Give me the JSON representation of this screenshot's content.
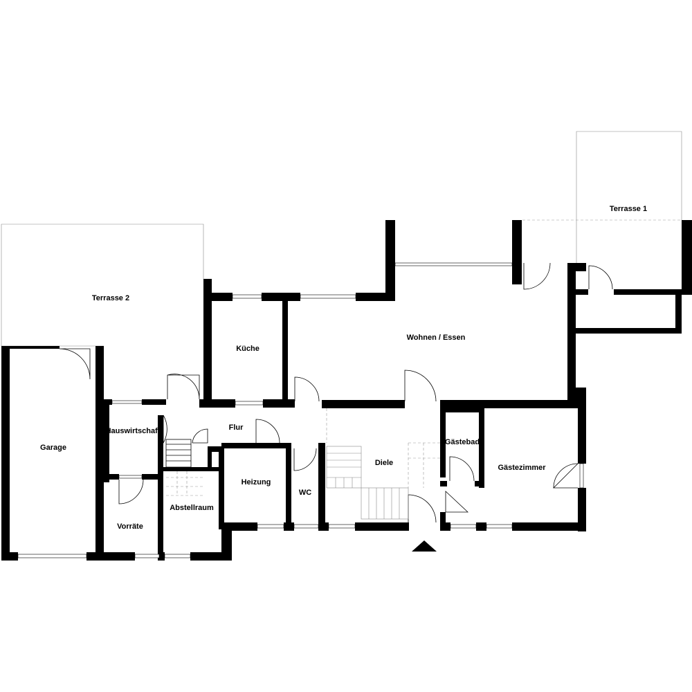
{
  "plan": {
    "rooms": [
      {
        "key": "terrasse1",
        "label": "Terrasse 1"
      },
      {
        "key": "terrasse2",
        "label": "Terrasse 2"
      },
      {
        "key": "kueche",
        "label": "Küche"
      },
      {
        "key": "wohnen",
        "label": "Wohnen / Essen"
      },
      {
        "key": "garage",
        "label": "Garage"
      },
      {
        "key": "hauswirtschaft",
        "label": "Hauswirtschaft"
      },
      {
        "key": "flur",
        "label": "Flur"
      },
      {
        "key": "diele",
        "label": "Diele"
      },
      {
        "key": "gaestebad",
        "label": "Gästebad"
      },
      {
        "key": "gaestezimmer",
        "label": "Gästezimmer"
      },
      {
        "key": "heizung",
        "label": "Heizung"
      },
      {
        "key": "wc",
        "label": "WC"
      },
      {
        "key": "abstellraum",
        "label": "Abstellraum"
      },
      {
        "key": "vorraete",
        "label": "Vorräte"
      }
    ]
  }
}
